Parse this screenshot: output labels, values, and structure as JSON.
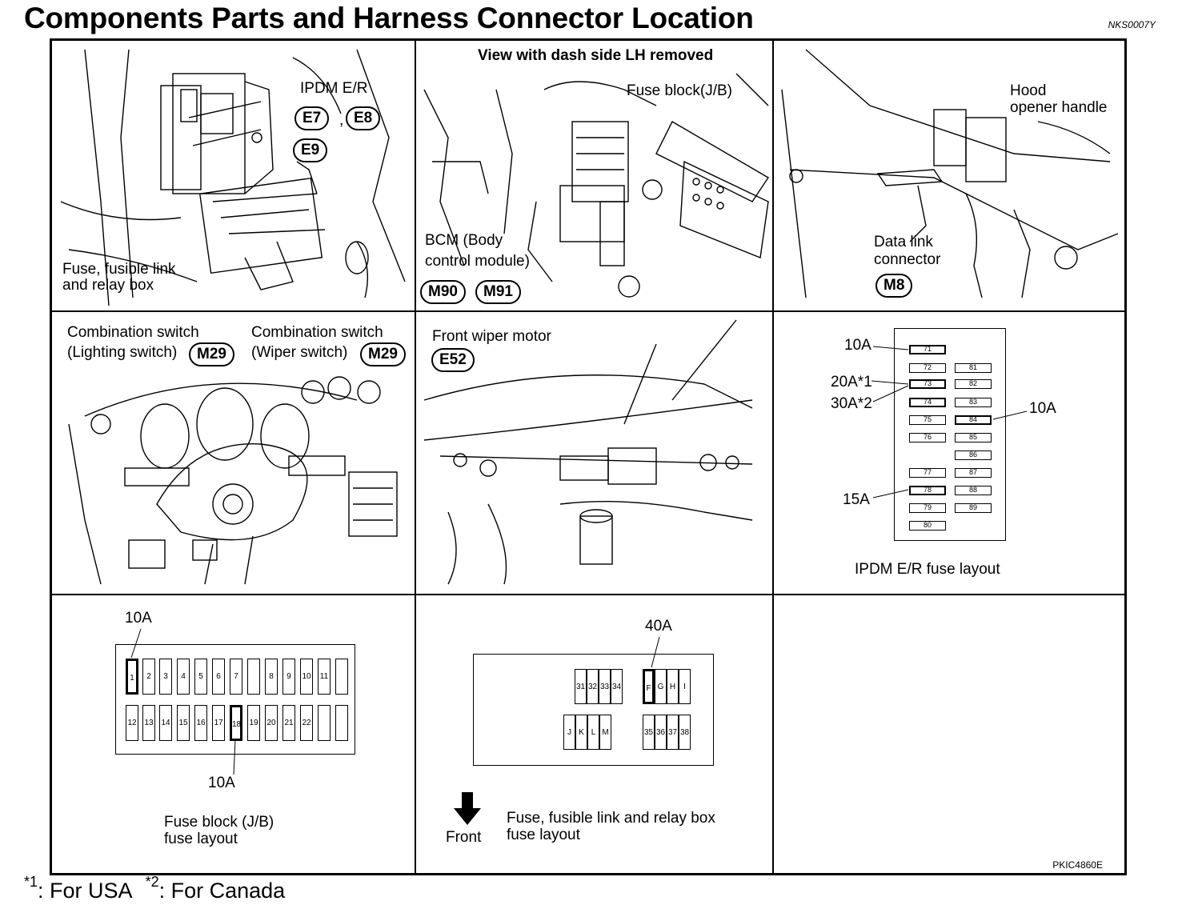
{
  "header": {
    "title": "Components Parts and Harness Connector Location",
    "code": "NKS0007Y"
  },
  "footer": {
    "footnote_usa_mark": "*1",
    "footnote_usa": ": For USA",
    "footnote_can_mark": "*2",
    "footnote_can": ": For Canada",
    "ref": "PKIC4860E"
  },
  "cells": {
    "ipdm": {
      "label": "IPDM E/R",
      "connectors": [
        "E7",
        "E8",
        "E9"
      ],
      "sep": ",",
      "box_label_1": "Fuse, fusible link",
      "box_label_2": "and relay box"
    },
    "dash": {
      "heading": "View with dash side LH removed",
      "fuse_block": "Fuse block(J/B)",
      "bcm_1": "BCM (Body",
      "bcm_2": "control module)",
      "connectors": [
        "M90",
        "M91"
      ]
    },
    "hood": {
      "hood_1": "Hood",
      "hood_2": "opener handle",
      "dlc_1": "Data link",
      "dlc_2": "connector",
      "connector": "M8"
    },
    "switch": {
      "left_1": "Combination switch",
      "left_2": "(Lighting switch)",
      "left_conn": "M29",
      "right_1": "Combination switch",
      "right_2": "(Wiper switch)",
      "right_conn": "M29"
    },
    "wiper": {
      "label": "Front wiper motor",
      "connector": "E52"
    },
    "ipdm_fuse": {
      "caption": "IPDM E/R fuse layout",
      "callouts": [
        "10A",
        "20A*1",
        "30A*2",
        "10A",
        "15A"
      ],
      "left_col": [
        "71",
        "72",
        "73",
        "74",
        "75",
        "76",
        "77",
        "78",
        "79",
        "80"
      ],
      "right_col": [
        "81",
        "82",
        "83",
        "84",
        "85",
        "86",
        "87",
        "88",
        "89"
      ]
    },
    "jb_fuse": {
      "caption_1": "Fuse block (J/B)",
      "caption_2": "fuse layout",
      "top_callout": "10A",
      "bottom_callout": "10A",
      "top_row": [
        "1",
        "2",
        "3",
        "4",
        "5",
        "6",
        "7",
        "",
        "8",
        "9",
        "10",
        "11",
        ""
      ],
      "bottom_row": [
        "12",
        "13",
        "14",
        "15",
        "16",
        "17",
        "18",
        "19",
        "20",
        "21",
        "22",
        "",
        ""
      ]
    },
    "relay_fuse": {
      "callout": "40A",
      "front": "Front",
      "caption_1": "Fuse, fusible link and relay box",
      "caption_2": "fuse layout",
      "group_a": [
        "31",
        "32",
        "33",
        "34"
      ],
      "group_b": [
        "F",
        "G",
        "H",
        "I"
      ],
      "group_c": [
        "J",
        "K",
        "L",
        "M"
      ],
      "group_d": [
        "35",
        "36",
        "37",
        "38"
      ]
    }
  }
}
